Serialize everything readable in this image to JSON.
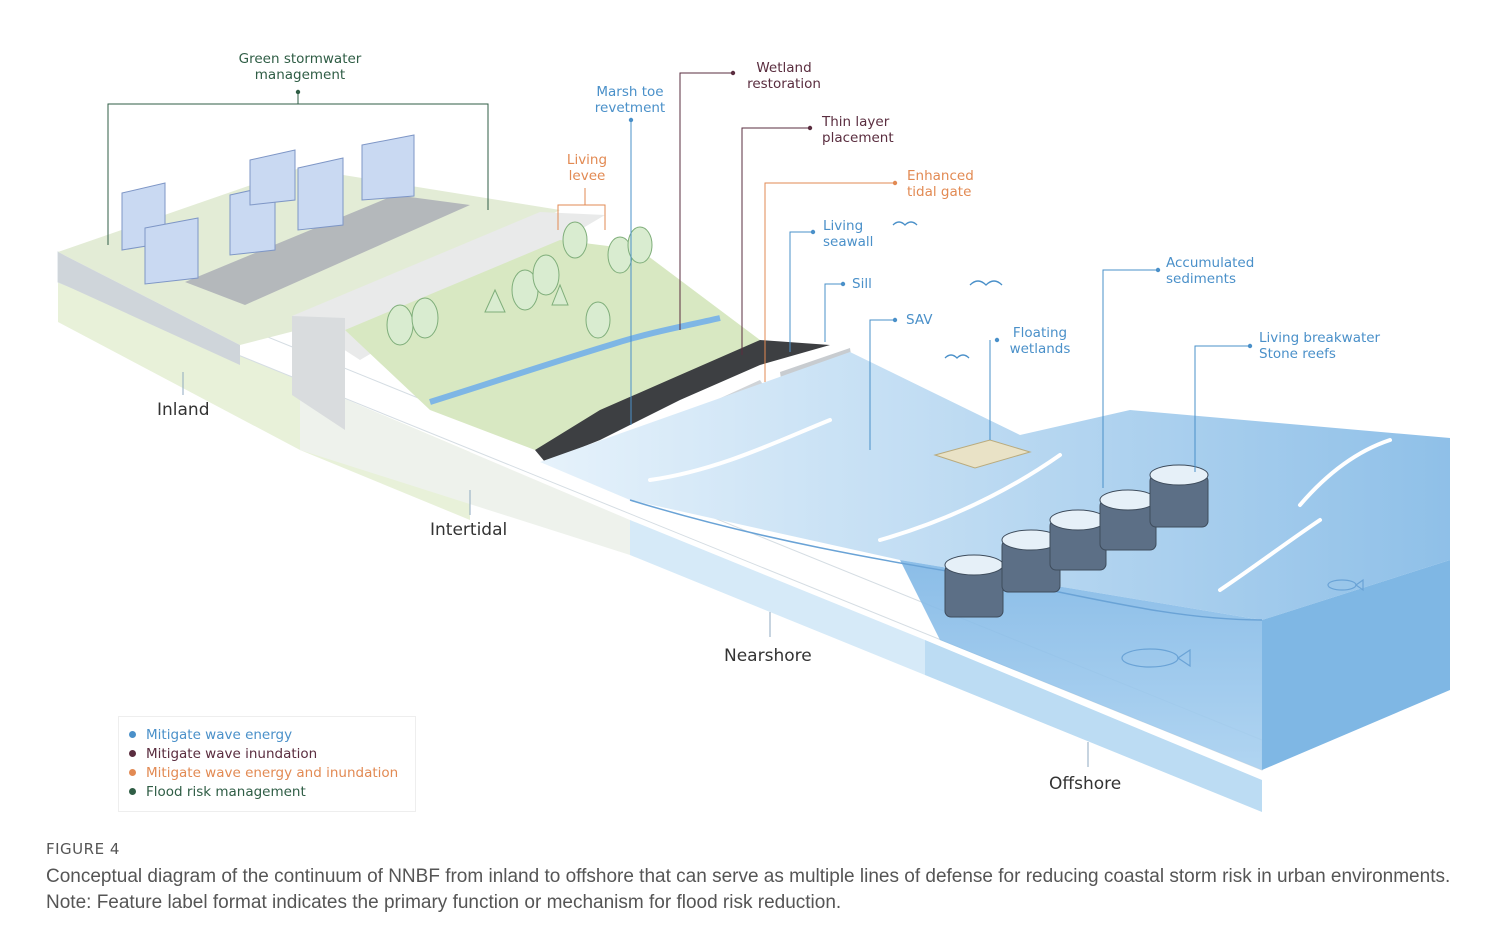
{
  "colors": {
    "blue": "#4a90c9",
    "plum": "#5a2d3f",
    "orange": "#e28a53",
    "green": "#2f5d45"
  },
  "labels": {
    "green_stormwater": "Green stormwater management",
    "marsh_toe": "Marsh toe revetment",
    "wetland_restoration": "Wetland restoration",
    "living_levee": "Living levee",
    "thin_layer": "Thin layer placement",
    "enhanced_tidal_gate": "Enhanced tidal gate",
    "living_seawall": "Living seawall",
    "sill": "Sill",
    "sav": "SAV",
    "floating_wetlands": "Floating wetlands",
    "accumulated_sediments": "Accumulated sediments",
    "living_breakwater": "Living breakwater Stone reefs"
  },
  "zones": {
    "inland": "Inland",
    "intertidal": "Intertidal",
    "nearshore": "Nearshore",
    "offshore": "Offshore"
  },
  "legend": [
    {
      "label": "Mitigate wave energy",
      "color": "#4a90c9"
    },
    {
      "label": "Mitigate wave inundation",
      "color": "#5a2d3f"
    },
    {
      "label": "Mitigate wave energy and inundation",
      "color": "#e28a53"
    },
    {
      "label": "Flood risk management",
      "color": "#2f5d45"
    }
  ],
  "figure": {
    "label": "FIGURE 4",
    "caption": "Conceptual diagram of the continuum of NNBF from inland to offshore that can serve as multiple lines of defense for reducing coastal storm risk in urban environments. Note: Feature label format indicates the primary function or mechanism for flood risk reduction."
  }
}
